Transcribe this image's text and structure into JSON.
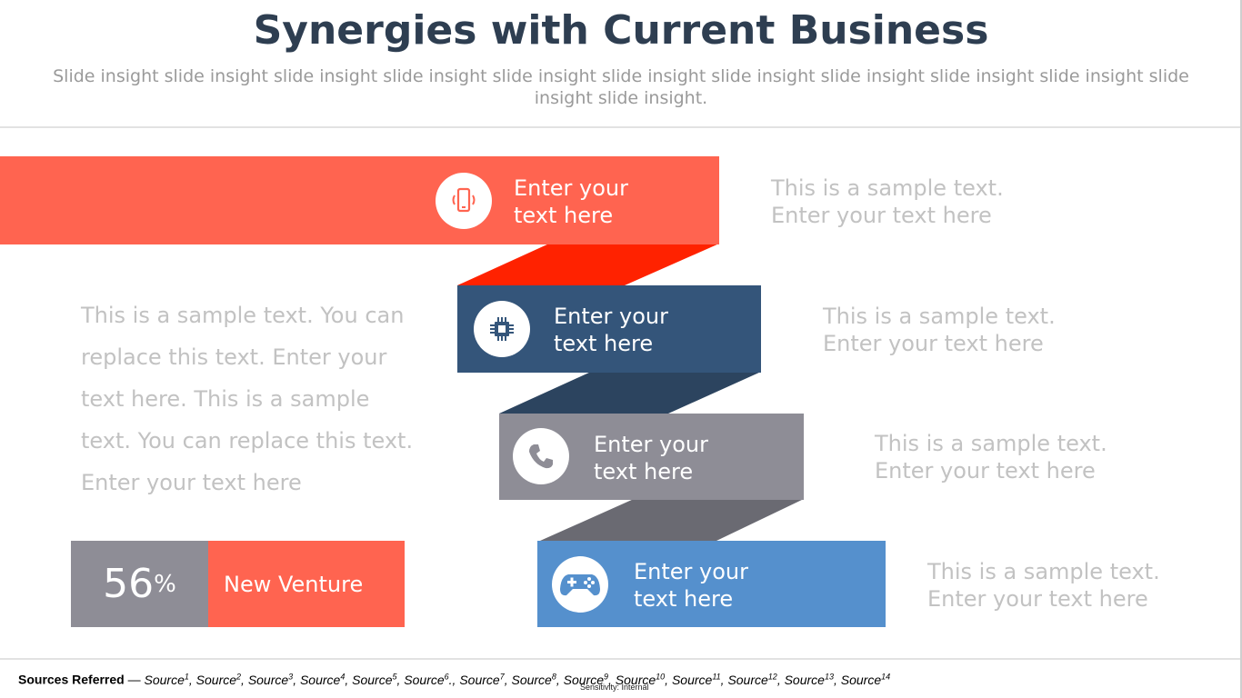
{
  "title": "Synergies with Current Business",
  "subtitle": "Slide insight slide insight slide insight slide insight slide insight slide insight slide insight slide insight slide insight slide insight slide insight slide insight.",
  "colors": {
    "title": "#2e3e51",
    "coral": "#ff6450",
    "navy": "#34557a",
    "gray": "#8e8d96",
    "blue": "#5590cd",
    "muted_text": "#c2c2c2"
  },
  "steps": [
    {
      "label_line1": "Enter your",
      "label_line2": "text here",
      "icon": "smartphone-icon",
      "side_line1": "This is a sample text.",
      "side_line2": "Enter your text here"
    },
    {
      "label_line1": "Enter your",
      "label_line2": "text here",
      "icon": "cpu-chip-icon",
      "side_line1": "This is a sample text.",
      "side_line2": "Enter your text here"
    },
    {
      "label_line1": "Enter your",
      "label_line2": "text here",
      "icon": "phone-icon",
      "side_line1": "This is a sample text.",
      "side_line2": "Enter your text here"
    },
    {
      "label_line1": "Enter your",
      "label_line2": "text here",
      "icon": "gamepad-icon",
      "side_line1": "This is a sample text.",
      "side_line2": "Enter your text here"
    }
  ],
  "paragraph": "This is a sample text. You can replace this text. Enter your text here. This is a sample text. You can replace this text. Enter your text here",
  "stat": {
    "value": "56",
    "unit": "%",
    "label": "New Venture"
  },
  "footer": {
    "lead": "Sources Referred",
    "sep": " — ",
    "sources": [
      "Source",
      "Source",
      "Source",
      "Source",
      "Source",
      "Source",
      "Source",
      "Source",
      "Source",
      "Source",
      "Source",
      "Source",
      "Source",
      "Source"
    ],
    "sup": [
      "1",
      "2",
      "3",
      "4",
      "5",
      "6",
      "7",
      "8",
      "9",
      "10",
      "11",
      "12",
      "13",
      "14"
    ],
    "separators": [
      ", ",
      ", ",
      ", ",
      ", ",
      ", ",
      "., ",
      ", ",
      ", ",
      ", ",
      ", ",
      ", ",
      ", ",
      ", ",
      ""
    ]
  },
  "sensitivity": "Sensitivity: Internal"
}
